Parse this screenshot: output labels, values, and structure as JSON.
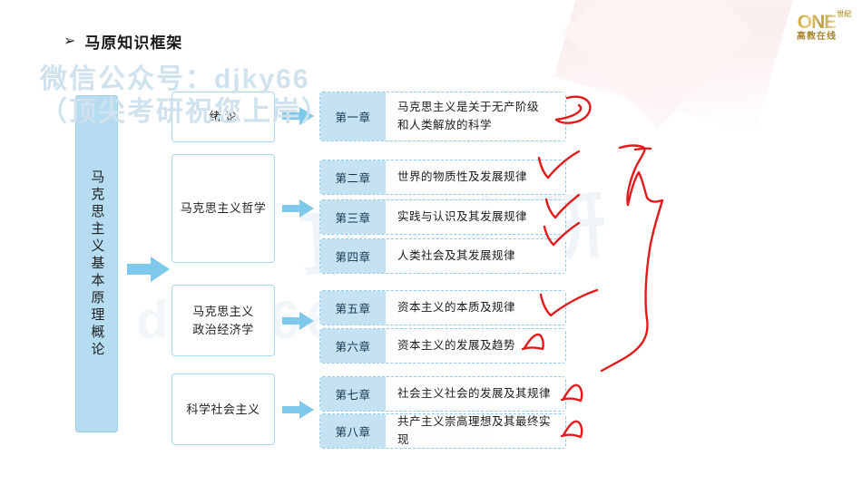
{
  "slide": {
    "title": "马原知识框架",
    "title_bullet": "➢"
  },
  "logo": {
    "main": "ONE",
    "superscript": "世纪",
    "sub": "高教在线"
  },
  "watermarks": {
    "line1": "微信公众号：djky66",
    "line2": "（顶尖考研祝您上岸）",
    "background1": "顶尖考研",
    "background2": "djky66"
  },
  "root": {
    "label": "马克思主义基本原理概论"
  },
  "branches": [
    {
      "label": "绪 论"
    },
    {
      "label": "马克思主义哲学"
    },
    {
      "label": "马克思主义\n政治经济学"
    },
    {
      "label": "科学社会主义"
    }
  ],
  "chapters": [
    {
      "tag": "第一章",
      "title": "马克思主义是关于无产阶级\n和人类解放的科学"
    },
    {
      "tag": "第二章",
      "title": "世界的物质性及发展规律"
    },
    {
      "tag": "第三章",
      "title": "实践与认识及其发展规律"
    },
    {
      "tag": "第四章",
      "title": "人类社会及其发展规律"
    },
    {
      "tag": "第五章",
      "title": "资本主义的本质及规律"
    },
    {
      "tag": "第六章",
      "title": "资本主义的发展及趋势"
    },
    {
      "tag": "第七章",
      "title": "社会主义社会的发展及其规律"
    },
    {
      "tag": "第八章",
      "title": "共产主义崇高理想及其最终实现"
    }
  ],
  "colors": {
    "arrow_blue": "#7ec8ec",
    "tag_blue": "#c4e2f2",
    "root_blue": "#b5dcf0",
    "border_blue": "#8fcbe8",
    "ink_red": "#e11b1b",
    "logo_gold": "#c9a227"
  },
  "annotations": {
    "ink_color": "#e11b1b",
    "marks": [
      "loop-over-chapter-1",
      "check-chapter-2",
      "check-chapter-3",
      "check-chapter-4",
      "check-chapter-5",
      "triangle-chapter-6",
      "triangle-chapter-7",
      "triangle-chapter-8",
      "large-vertical-brace"
    ]
  }
}
